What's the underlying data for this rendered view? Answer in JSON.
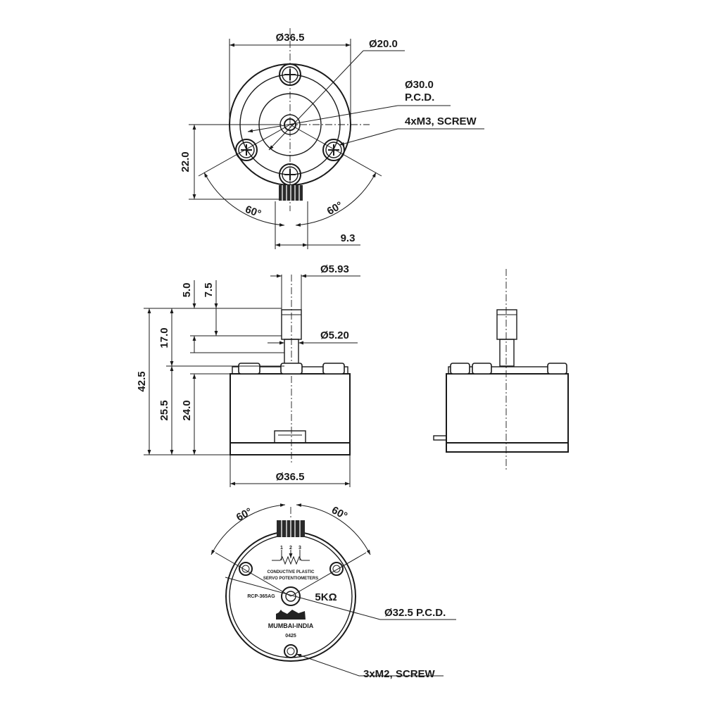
{
  "top_view": {
    "dia_outer": "Ø36.5",
    "dia_boss": "Ø20.0",
    "pcd_value": "Ø30.0",
    "pcd_label": "P.C.D.",
    "screws": "4xM3, SCREW",
    "height_22": "22.0",
    "angle_left": "60°",
    "angle_right": "60°",
    "offset": "9.3"
  },
  "front_view": {
    "shaft_dia": "Ø5.93",
    "flat_dia": "Ø5.20",
    "d_5": "5.0",
    "d_7_5": "7.5",
    "d_17": "17.0",
    "d_42_5": "42.5",
    "d_25_5": "25.5",
    "d_24": "24.0",
    "body_dia": "Ø36.5"
  },
  "bottom_view": {
    "angle_left": "60°",
    "angle_right": "60°",
    "pcd": "Ø32.5 P.C.D.",
    "screws": "3xM2, SCREW",
    "label_line1": "CONDUCTIVE PLASTIC",
    "label_line2": "SERVO POTENTIOMETERS",
    "part_no": "RCP-365AG",
    "resistance": "5KΩ",
    "origin": "MUMBAI-INDIA",
    "date_code": "0425",
    "pin_1": "1",
    "pin_2": "2",
    "pin_3": "3"
  }
}
